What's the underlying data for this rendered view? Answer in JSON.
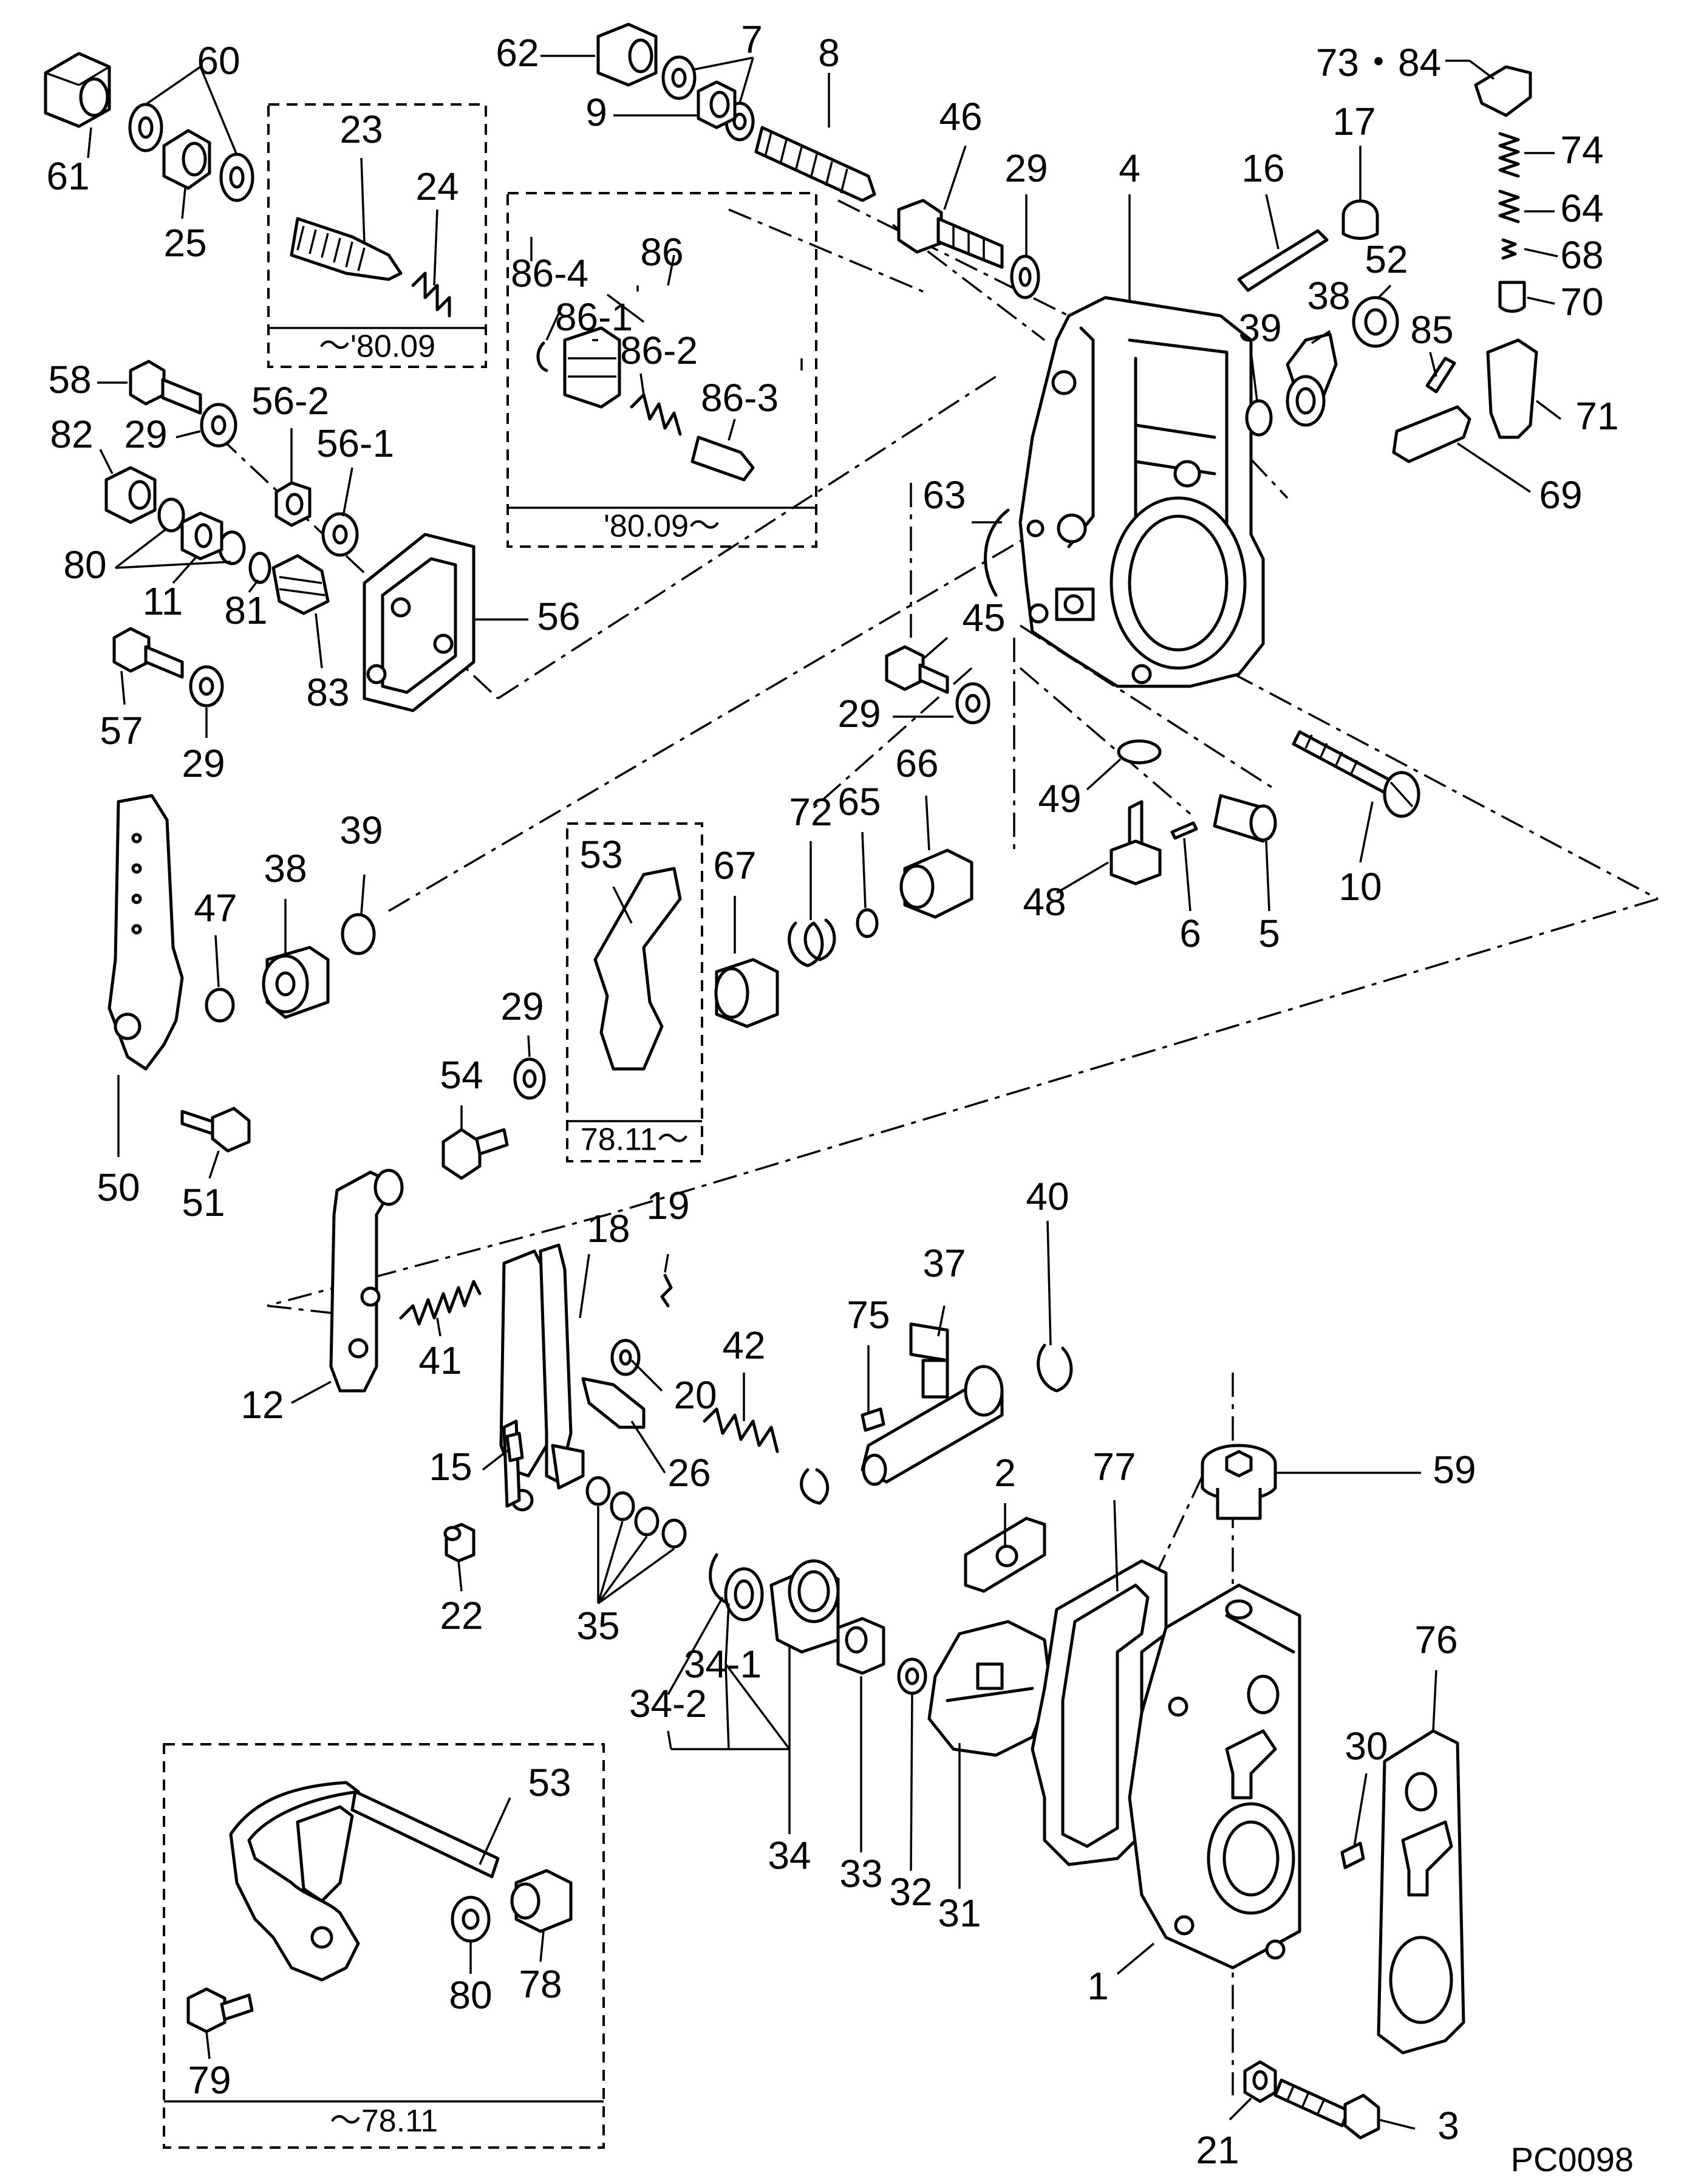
{
  "figure_code": "PC0098",
  "box_notes": {
    "box_23_24": "～'80.09",
    "box_86": "'80.09～",
    "box_53_upper": "78.11～",
    "box_53_lower": "～78.11"
  },
  "labels": [
    "61",
    "60",
    "25",
    "62",
    "7",
    "9",
    "8",
    "23",
    "24",
    "46",
    "29",
    "4",
    "16",
    "17",
    "73・84",
    "74",
    "64",
    "68",
    "70",
    "86",
    "86-4",
    "86-1",
    "86-2",
    "86-3",
    "39",
    "38",
    "52",
    "85",
    "71",
    "69",
    "58",
    "29",
    "56-2",
    "56-1",
    "82",
    "80",
    "11",
    "81",
    "83",
    "56",
    "57",
    "29",
    "63",
    "45",
    "29",
    "66",
    "49",
    "10",
    "5",
    "6",
    "48",
    "50",
    "47",
    "38",
    "39",
    "51",
    "53",
    "67",
    "72",
    "65",
    "29",
    "54",
    "12",
    "41",
    "18",
    "19",
    "20",
    "26",
    "15",
    "22",
    "35",
    "42",
    "75",
    "37",
    "40",
    "2",
    "77",
    "59",
    "34-1",
    "34-2",
    "34",
    "33",
    "32",
    "31",
    "76",
    "30",
    "1",
    "21",
    "3",
    "53",
    "79",
    "80",
    "78"
  ]
}
